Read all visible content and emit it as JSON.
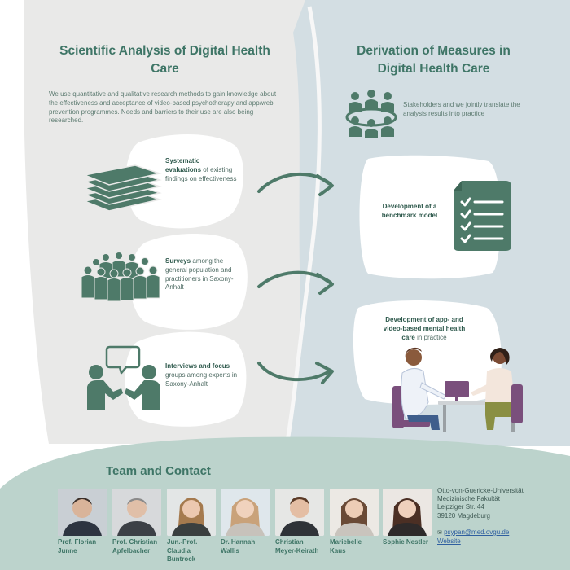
{
  "left_title": "Scientific Analysis of Digital Health Care",
  "right_title": "Derivation of Measures in Digital Health Care",
  "intro_text": "We use quantitative and qualitative research methods to gain knowledge about the effectiveness and acceptance of video-based psychotherapy and app/web prevention programmes.  Needs and barriers to their use are also being researched.",
  "analysis_items": [
    {
      "bold": "Systematic evaluations",
      "rest": " of existing findings on effectiveness",
      "icon": "documents-stack-icon"
    },
    {
      "bold": "Surveys",
      "rest": " among the general population and practitioners in Saxony-Anhalt",
      "icon": "crowd-icon"
    },
    {
      "bold": "Interviews and focus",
      "rest": " groups among experts in Saxony-Anhalt",
      "icon": "interview-icon"
    }
  ],
  "stakeholder_text": "Stakeholders and we jointly translate the analysis results into practice",
  "measures": [
    {
      "bold": "Development of a benchmark model",
      "rest": "",
      "icon": "checklist-icon"
    },
    {
      "bold": "Development of app- and video-based mental health care",
      "rest": " in practice",
      "icon": "consultation-icon"
    }
  ],
  "team_title": "Team and Contact",
  "team": [
    {
      "name": "Prof. Florian Junne"
    },
    {
      "name": "Prof. Christian Apfelbacher"
    },
    {
      "name": "Jun.-Prof. Claudia Buntrock"
    },
    {
      "name": "Dr. Hannah Wallis"
    },
    {
      "name": "Christian Meyer-Keirath"
    },
    {
      "name": "Mariebelle Kaus"
    },
    {
      "name": "Sophie Nestler"
    }
  ],
  "contact": {
    "line1": "Otto-von-Guericke-Universität",
    "line2": "Medizinische Fakultät",
    "line3": "Leipziger Str. 44",
    "line4": "39120 Magdeburg",
    "email": "psypan@med.ovgu.de",
    "website": "Website"
  },
  "colors": {
    "accent": "#3e7566",
    "icon_green": "#4e7a69",
    "left_panel": "#e9e9e8",
    "right_panel": "#d3dee3",
    "bottom_panel": "#bcd3cc"
  }
}
